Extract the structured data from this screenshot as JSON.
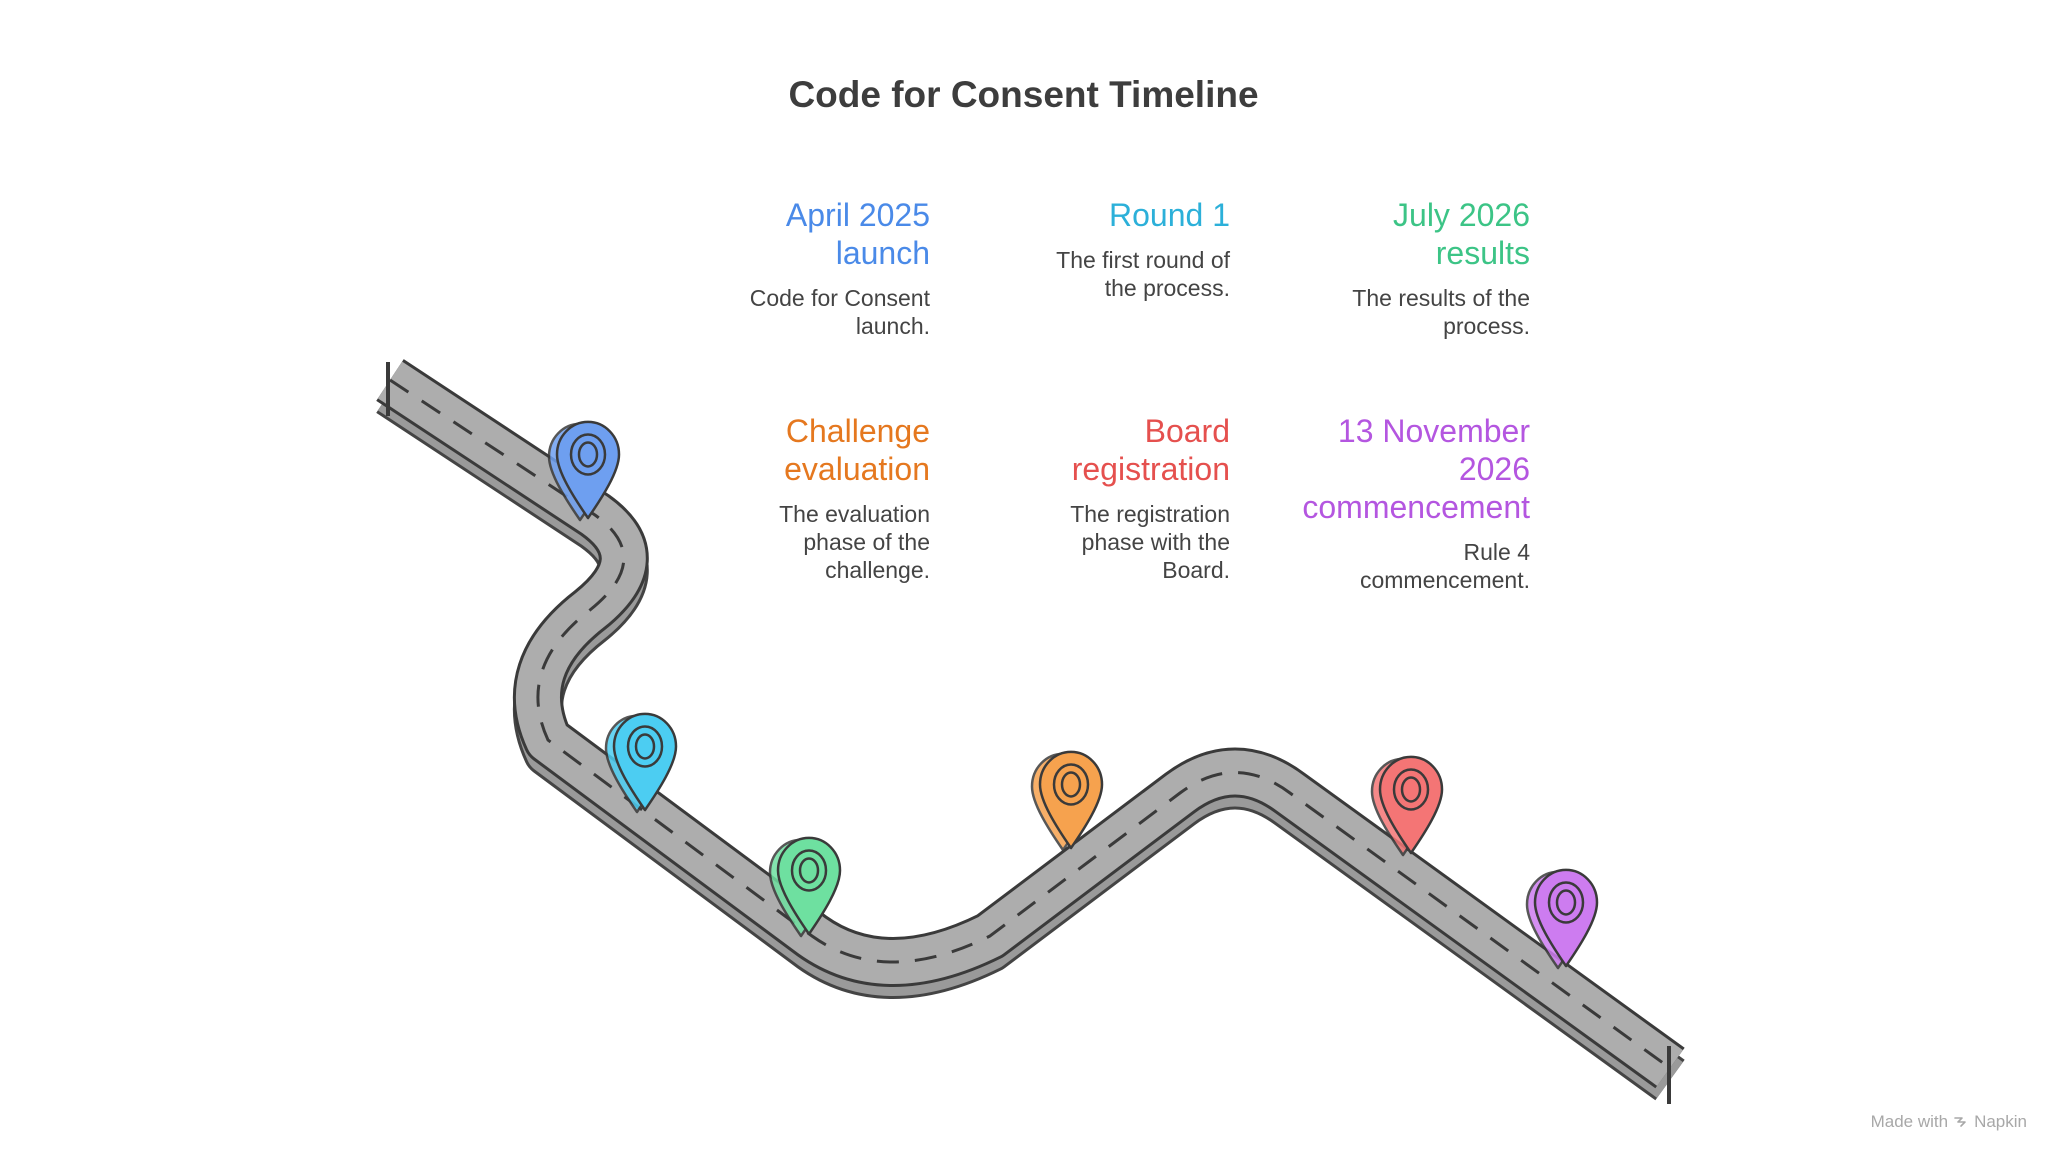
{
  "title": "Code for Consent Timeline",
  "milestones": [
    {
      "title": "April 2025\nlaunch",
      "desc": "Code for Consent\nlaunch.",
      "color": "#4a8ae8",
      "pin_color": "#6e9ff0"
    },
    {
      "title": "Round 1",
      "desc": "The first round of\nthe process.",
      "color": "#2cb0d9",
      "pin_color": "#4ccdf2"
    },
    {
      "title": "July 2026\nresults",
      "desc": "The results of the\nprocess.",
      "color": "#3cc486",
      "pin_color": "#6ee0a0"
    },
    {
      "title": "Challenge\nevaluation",
      "desc": "The evaluation\nphase of the\nchallenge.",
      "color": "#e5781f",
      "pin_color": "#f6a24e"
    },
    {
      "title": "Board\nregistration",
      "desc": "The registration\nphase with the\nBoard.",
      "color": "#e5504e",
      "pin_color": "#f47575"
    },
    {
      "title": "13 November\n2026\ncommencement",
      "desc": "Rule 4\ncommencement.",
      "color": "#b456e0",
      "pin_color": "#cd7cf0"
    }
  ],
  "credit": {
    "made_with": "Made with",
    "brand": "Napkin"
  }
}
